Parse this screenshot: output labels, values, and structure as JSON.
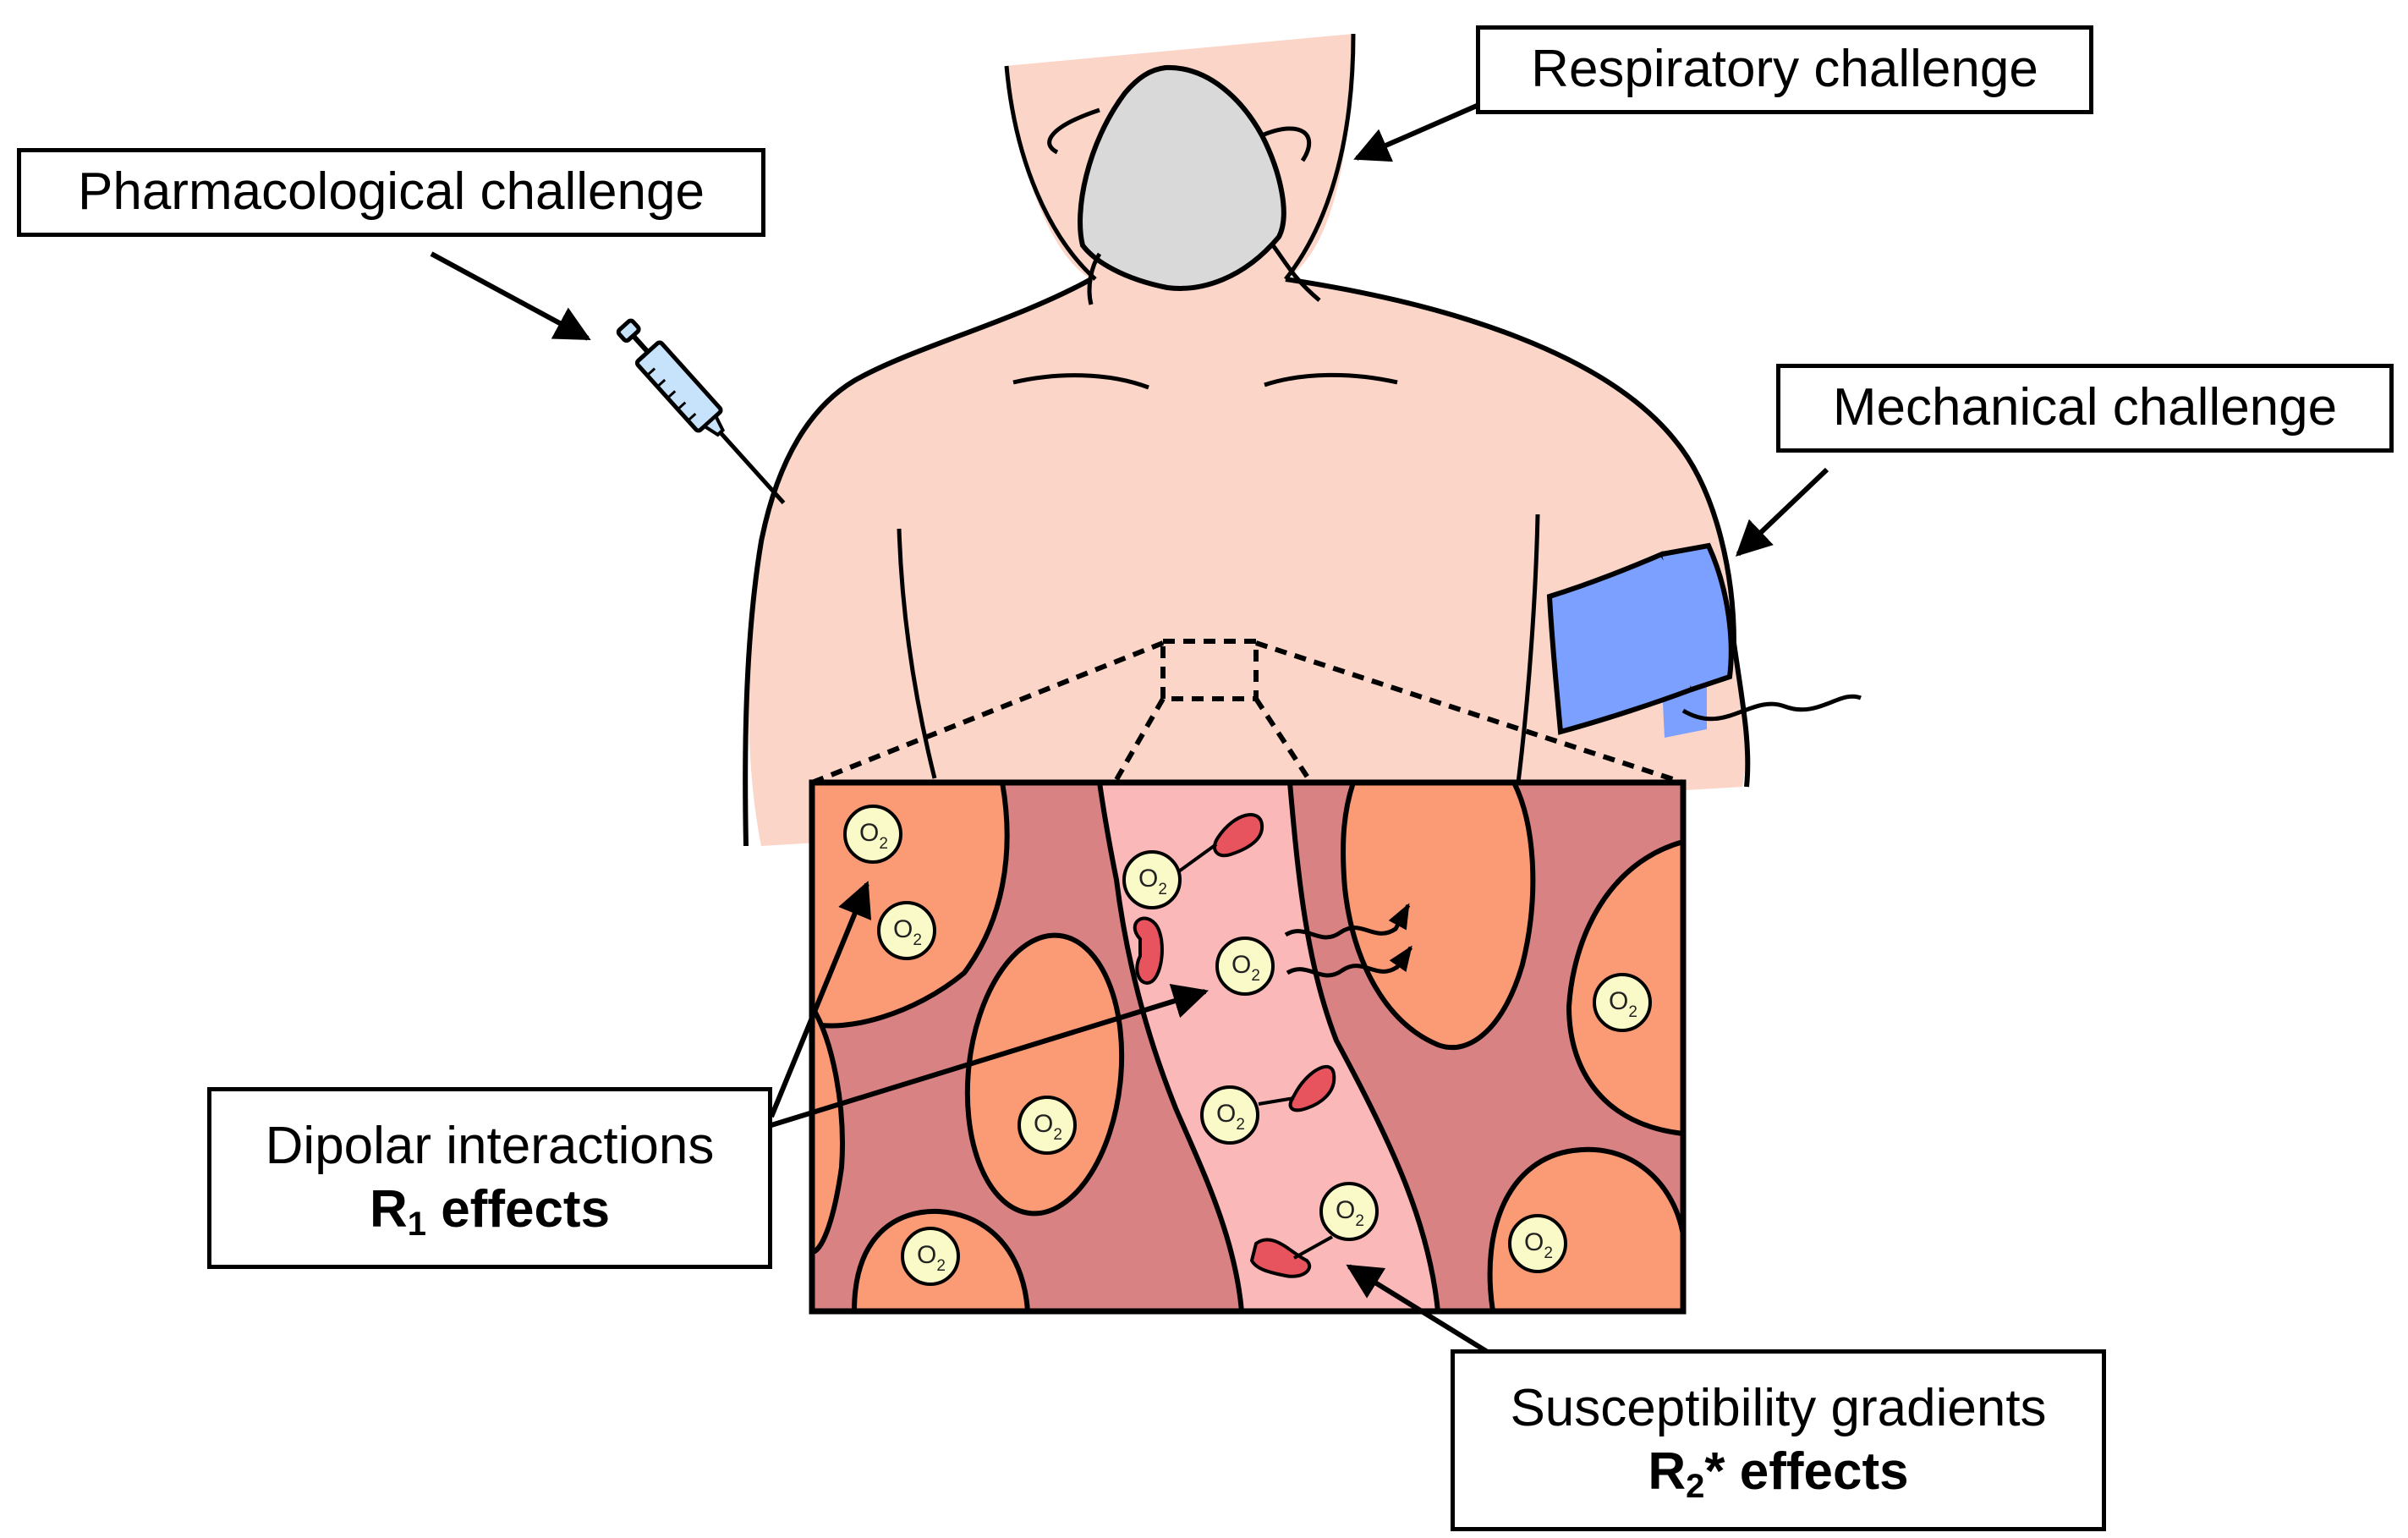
{
  "labels": {
    "respiratory": "Respiratory challenge",
    "pharmacological": "Pharmacological challenge",
    "mechanical": "Mechanical challenge",
    "dipolar": {
      "line1": "Dipolar interactions",
      "line2_main": "R",
      "line2_sub": "1",
      "line2_rest": " effects"
    },
    "susceptibility": {
      "line1": "Susceptibility gradients",
      "line2_main": "R",
      "line2_sub": "2",
      "line2_rest": "* effects"
    }
  },
  "oxygen": {
    "main": "O",
    "sub": "2"
  },
  "colors": {
    "skin": "#fbd5c8",
    "mask": "#d9d9d9",
    "cuff": "#7ba0ff",
    "syringe": "#c7e3fb",
    "tissue": "#d98283",
    "cell": "#fb9b76",
    "vessel": "#fab8b8",
    "red_blood_cell": "#e7545d",
    "oxygen_molecule": "#fafac8"
  }
}
